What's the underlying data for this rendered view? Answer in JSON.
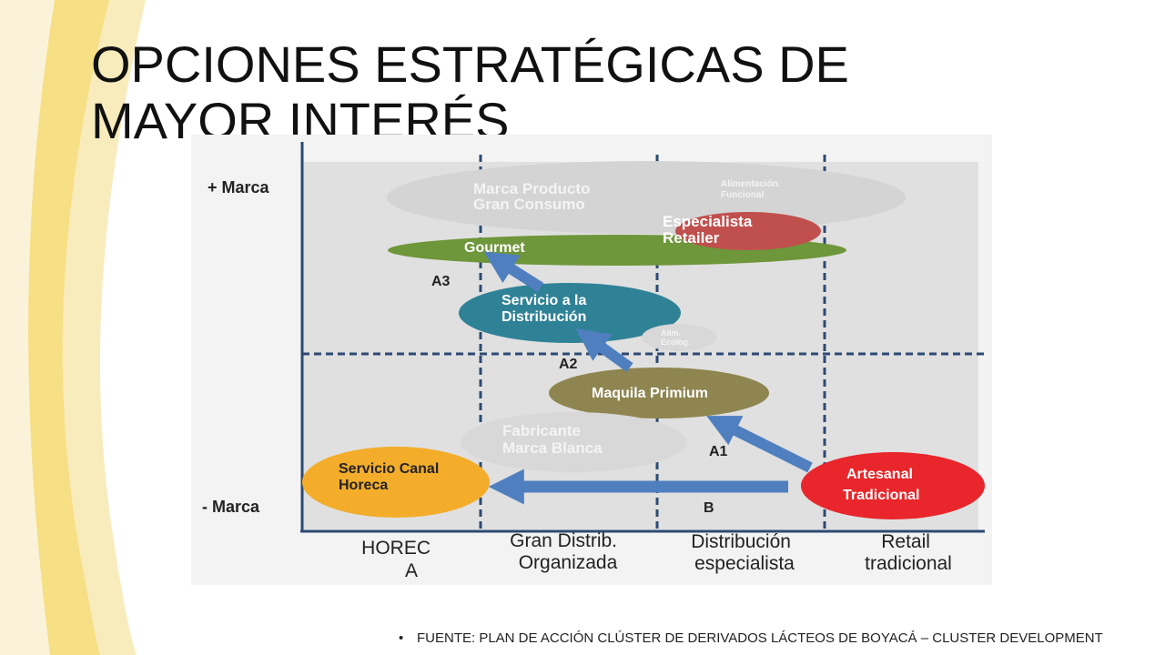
{
  "slide": {
    "title_lines": [
      "OPCIONES ESTRATÉGICAS DE",
      "MAYOR INTERÉS"
    ],
    "footer": "FUENTE: PLAN DE ACCIÓN CLÚSTER DE DERIVADOS LÁCTEOS DE BOYACÁ – CLUSTER DEVELOPMENT"
  },
  "diagram": {
    "y_axis": {
      "top": "+ Marca",
      "bottom": "- Marca"
    },
    "x_axis": [
      [
        "HOREC",
        "A"
      ],
      [
        "Gran Distrib.",
        "Organizada"
      ],
      [
        "Distribución",
        "especialista"
      ],
      [
        "Retail",
        "tradicional"
      ]
    ],
    "ellipses": {
      "marca_producto": [
        "Marca Producto",
        "Gran Consumo"
      ],
      "alimentacion_funcional": [
        "Alimentación.",
        "Funcional"
      ],
      "especialista_retailer": [
        "Especialista",
        "Retailer"
      ],
      "gourmet": [
        "Gourmet"
      ],
      "servicio_distribucion": [
        "Servicio a la",
        "Distribución"
      ],
      "alim_ecolog": [
        "Alim.",
        "Ecolog."
      ],
      "maquila_premium": [
        "Maquila Primium"
      ],
      "fabricante_marca_blanca": [
        "Fabricante",
        "Marca Blanca"
      ],
      "servicio_canal_horeca": [
        "Servicio Canal",
        "Horeca"
      ],
      "artesanal_tradicional": [
        "Artesanal",
        "Tradicional"
      ]
    },
    "arrow_labels": {
      "a3": "A3",
      "a2": "A2",
      "a1": "A1",
      "b": "B"
    }
  },
  "colors": {
    "grey_ellipse": "#d4d4d4",
    "olive": "#6e963a",
    "red_soft": "#c0504d",
    "teal": "#2f8296",
    "khaki": "#8e8550",
    "orange": "#f3ad2b",
    "red": "#e8262b",
    "arrow": "#4f7fbf",
    "cream": "#f7e7a9"
  }
}
